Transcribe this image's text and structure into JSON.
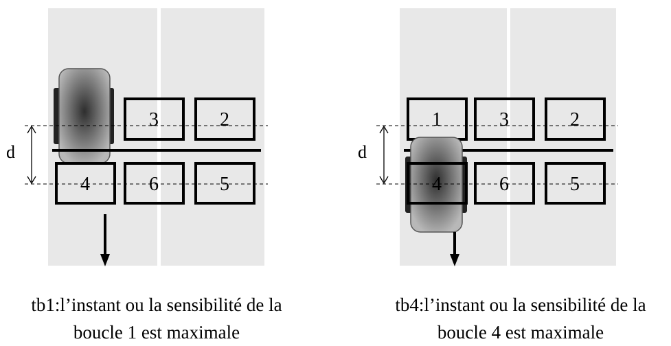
{
  "panels": [
    {
      "d_label": "d",
      "boxes": [
        "3",
        "2",
        "4",
        "6",
        "5"
      ],
      "caption": {
        "line1": "tb1:l’instant ou la sensibilité de la",
        "line2": "boucle 1 est maximale"
      }
    },
    {
      "d_label": "d",
      "boxes": [
        "1",
        "3",
        "2",
        "4",
        "6",
        "5"
      ],
      "caption": {
        "line1": "tb4:l’instant ou la sensibilité de la",
        "line2": "boucle 4 est maximale"
      }
    }
  ],
  "colors": {
    "road": "#e8e8e8",
    "lane_line": "#ffffff",
    "ink": "#000000",
    "vehicle": "#8a8a8a"
  }
}
